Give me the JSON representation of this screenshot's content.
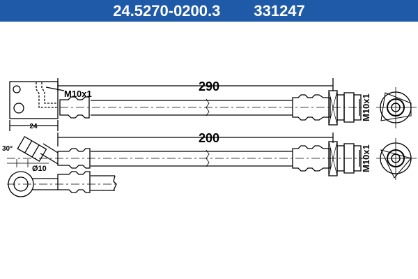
{
  "header": {
    "part_number": "24.5270-0200.3",
    "ref_number": "331247",
    "color": "#1f5aa8"
  },
  "diagram": {
    "top_hose": {
      "length_label": "290",
      "thread_left": "M10x1",
      "thread_right": "M10x1",
      "bracket_width": "24"
    },
    "bottom_hose": {
      "length_label": "200",
      "thread_right": "M10x1",
      "angle": "30°",
      "eye_diameter": "Ø10"
    }
  }
}
